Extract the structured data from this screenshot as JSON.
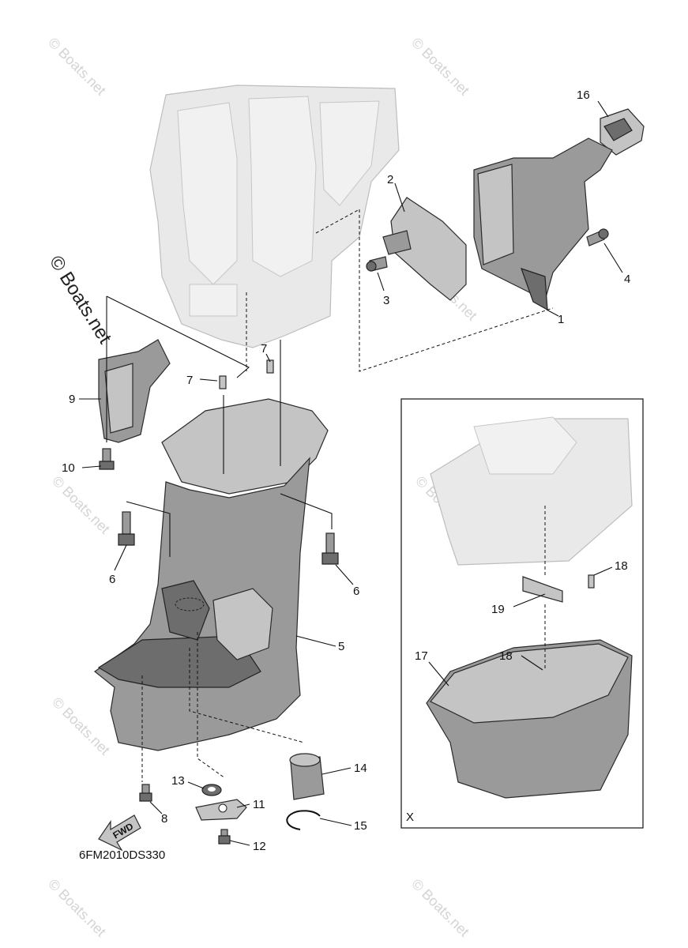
{
  "diagram_code": "6FM2010DS330",
  "inset_label": "X",
  "fwd_label": "FWD",
  "watermark": "© Boats.net",
  "callouts": {
    "c1": "1",
    "c2": "2",
    "c3": "3",
    "c4": "4",
    "c5": "5",
    "c6a": "6",
    "c6b": "6",
    "c7a": "7",
    "c7b": "7",
    "c8": "8",
    "c9": "9",
    "c10": "10",
    "c11": "11",
    "c12": "12",
    "c13": "13",
    "c14": "14",
    "c15": "15",
    "c16": "16",
    "c17": "17",
    "c18a": "18",
    "c18b": "18",
    "c19": "19"
  },
  "colors": {
    "ink": "#111111",
    "ghost": "#e9e9e9",
    "part": "#9a9a9a",
    "watermark": "#d4d4d4"
  }
}
